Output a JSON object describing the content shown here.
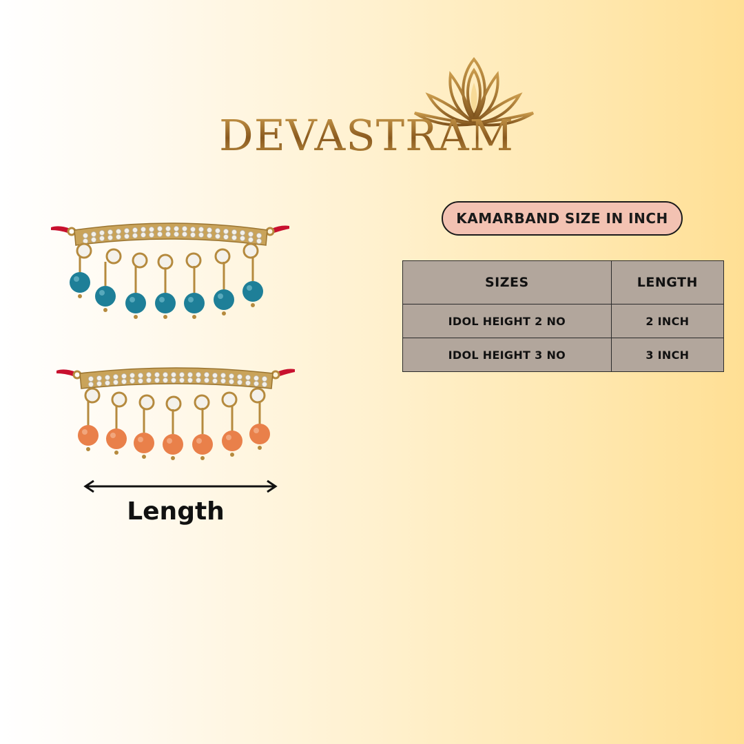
{
  "brand": {
    "name": "DEVASTRAM"
  },
  "diagram": {
    "length_label": "Length"
  },
  "size_chart": {
    "title": "KAMARBAND SIZE IN INCH",
    "headers": [
      "SIZES",
      "LENGTH"
    ],
    "rows": [
      [
        "IDOL HEIGHT 2 NO",
        "2 INCH"
      ],
      [
        "IDOL HEIGHT 3 NO",
        "3 INCH"
      ]
    ]
  },
  "colors": {
    "gold": "#b58a3e",
    "teal_bead": "#1e7f98",
    "orange_bead": "#e9804a",
    "pill_bg": "#f3c2b2",
    "table_bg": "#b2a69c"
  },
  "icons": {
    "logo": "lotus-icon",
    "arrow": "double-arrow-icon"
  }
}
